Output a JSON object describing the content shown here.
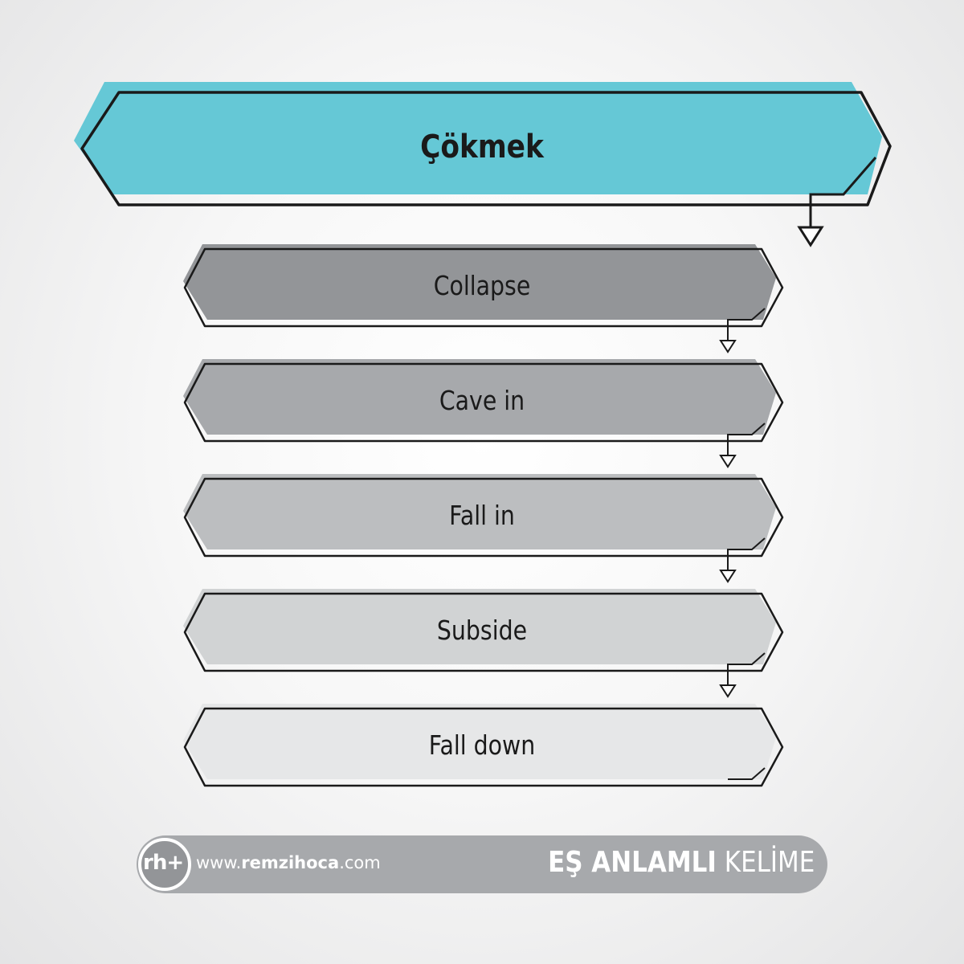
{
  "title": "Çökmek",
  "items": [
    {
      "label": "Collapse",
      "color": "#939598"
    },
    {
      "label": "Cave in",
      "color": "#a7a9ac"
    },
    {
      "label": "Fall in",
      "color": "#bcbec0"
    },
    {
      "label": "Subside",
      "color": "#d1d3d4"
    },
    {
      "label": "Fall down",
      "color": "#e6e7e8"
    }
  ],
  "footer": {
    "logo_text": "rh+",
    "site_prefix": "www.",
    "site_name": "remzihoca",
    "site_suffix": ".com",
    "tag_bold": "EŞ ANLAMLI",
    "tag_light": "KELİME"
  },
  "colors": {
    "accent": "#65c8d6",
    "outline": "#1a1a1a",
    "footer_bar": "#a7a9ac"
  }
}
